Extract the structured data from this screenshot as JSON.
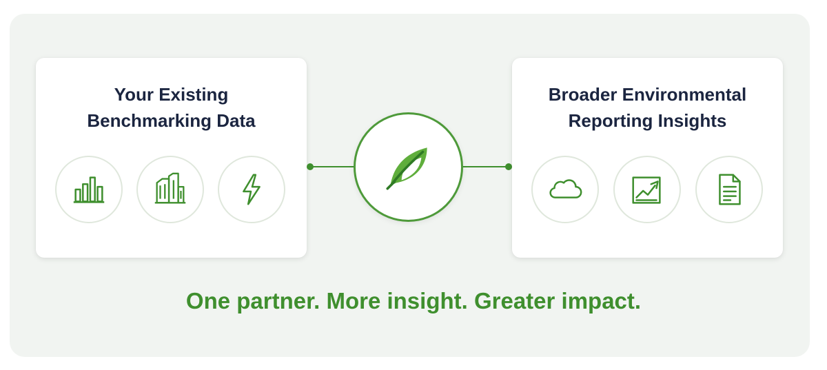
{
  "left_card": {
    "title_line1": "Your Existing",
    "title_line2": "Benchmarking Data",
    "icons": [
      "bar-chart-icon",
      "buildings-icon",
      "lightning-icon"
    ]
  },
  "right_card": {
    "title_line1": "Broader Environmental",
    "title_line2": "Reporting Insights",
    "icons": [
      "cloud-icon",
      "trend-chart-icon",
      "document-icon"
    ]
  },
  "hub": {
    "icon": "leaf-icon"
  },
  "tagline": "One partner. More insight. Greater impact.",
  "colors": {
    "accent": "#3f8f2e",
    "title": "#1b2540",
    "background": "#f1f4f1",
    "icon_ring": "#dfe7dc"
  }
}
